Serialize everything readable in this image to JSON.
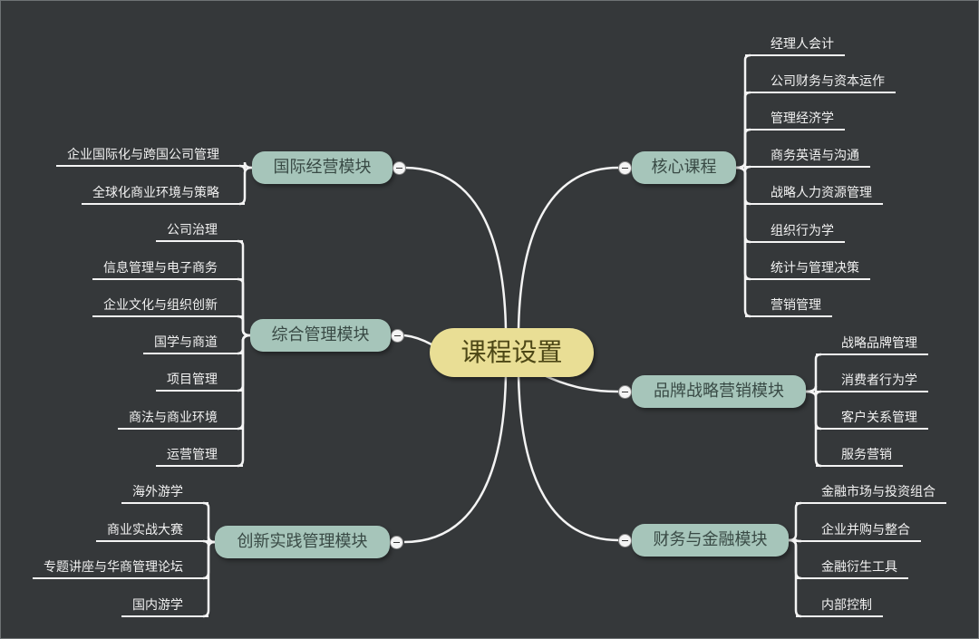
{
  "center": "课程设置",
  "branches": [
    {
      "id": "intl",
      "label": "国际经营模块",
      "leaves": [
        "企业国际化与跨国公司管理",
        "全球化商业环境与策略"
      ]
    },
    {
      "id": "mgmt",
      "label": "综合管理模块",
      "leaves": [
        "公司治理",
        "信息管理与电子商务",
        "企业文化与组织创新",
        "国学与商道",
        "项目管理",
        "商法与商业环境",
        "运营管理"
      ]
    },
    {
      "id": "innov",
      "label": "创新实践管理模块",
      "leaves": [
        "海外游学",
        "商业实战大赛",
        "专题讲座与华商管理论坛",
        "国内游学"
      ]
    },
    {
      "id": "core",
      "label": "核心课程",
      "leaves": [
        "经理人会计",
        "公司财务与资本运作",
        "管理经济学",
        "商务英语与沟通",
        "战略人力资源管理",
        "组织行为学",
        "统计与管理决策",
        "营销管理"
      ]
    },
    {
      "id": "brand",
      "label": "品牌战略营销模块",
      "leaves": [
        "战略品牌管理",
        "消费者行为学",
        "客户关系管理",
        "服务营销"
      ]
    },
    {
      "id": "fin",
      "label": "财务与金融模块",
      "leaves": [
        "金融市场与投资组合",
        "企业并购与整合",
        "金融衍生工具",
        "内部控制"
      ]
    }
  ],
  "colors": {
    "background": "#35383a",
    "node": "#a6c5ba",
    "center": "#e9de95",
    "line": "#f4f4f4"
  }
}
